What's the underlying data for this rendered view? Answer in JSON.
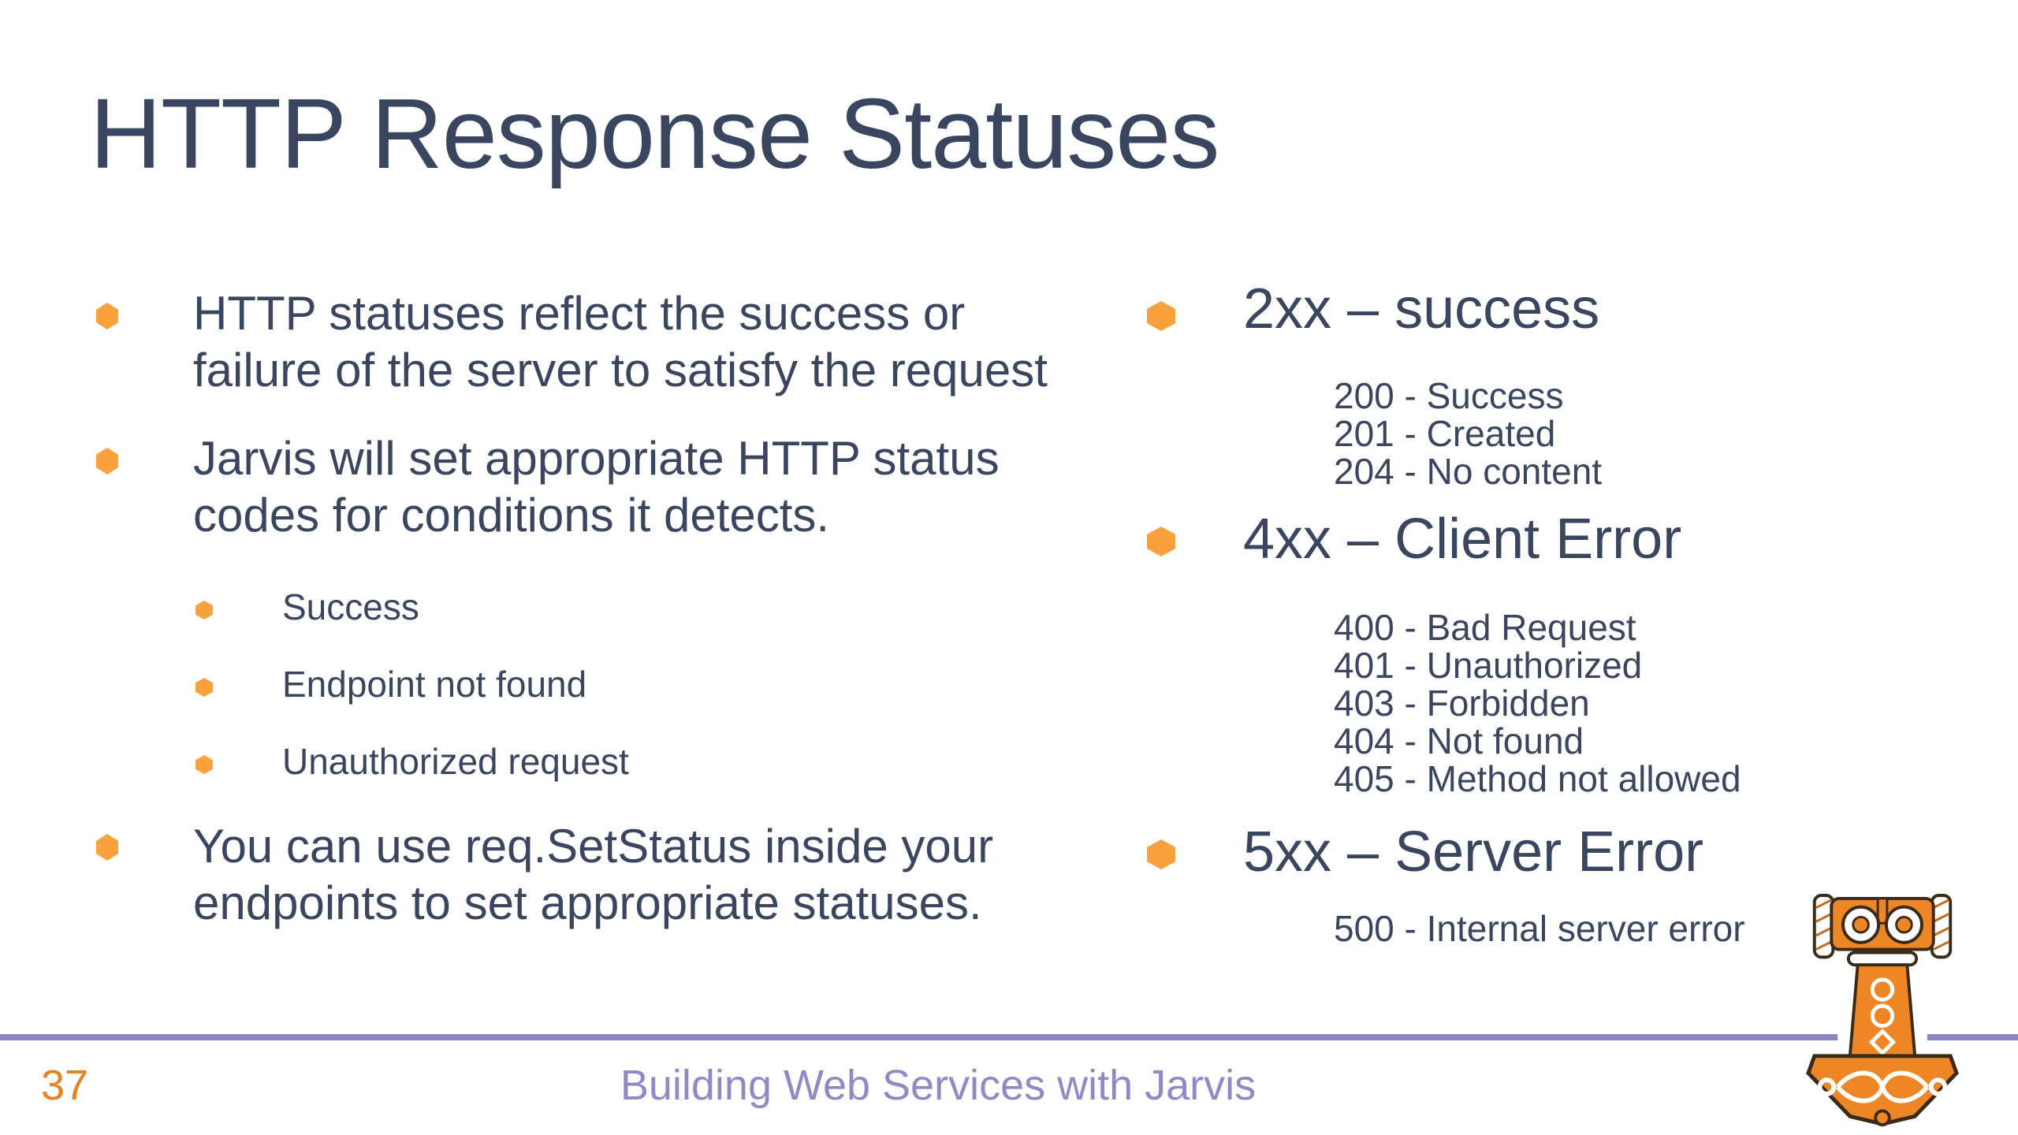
{
  "title": "HTTP Response Statuses",
  "left": {
    "bullet1": {
      "line1": "HTTP statuses reflect the success or",
      "line2": "failure of the server to satisfy the request"
    },
    "bullet2": {
      "line1": "Jarvis will set appropriate HTTP status",
      "line2": "codes for conditions it detects."
    },
    "sub_bullets": [
      "Success",
      "Endpoint not found",
      "Unauthorized request"
    ],
    "bullet3": {
      "prefix": "You can use ",
      "code": "req.SetStatus",
      "suffix": " inside your",
      "line2": "endpoints to set appropriate statuses."
    }
  },
  "right": {
    "groups": [
      {
        "heading": "2xx – success",
        "items": [
          "200 - Success",
          "201 - Created",
          "204 - No content"
        ]
      },
      {
        "heading": "4xx – Client Error",
        "items": [
          "400 - Bad Request",
          "401 - Unauthorized",
          "403 - Forbidden",
          "404 - Not found",
          "405 - Method not allowed"
        ]
      },
      {
        "heading": "5xx – Server Error",
        "items": [
          "500 - Internal server error"
        ]
      }
    ]
  },
  "footer": {
    "page_number": "37",
    "text": "Building Web Services with Jarvis"
  },
  "colors": {
    "text_navy": "#3a4660",
    "bullet_orange": "#f9a13c",
    "page_number_orange": "#e8821e",
    "footer_purple": "#9089c5",
    "divider_purple": "#8c85c0",
    "hammer_orange": "#ee8625"
  },
  "icons": {
    "logo": "mjolnir-hammer"
  }
}
